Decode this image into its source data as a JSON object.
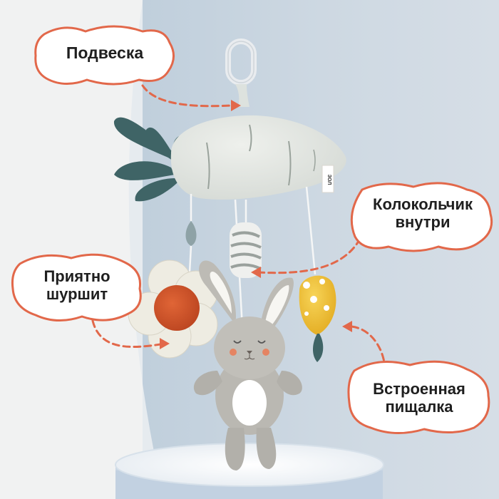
{
  "callouts": {
    "hanger": "Подвеска",
    "bell_line1": "Колокольчик",
    "bell_line2": "внутри",
    "rustle_line1": "Приятно",
    "rustle_line2": "шуршит",
    "squeaker_line1": "Встроенная",
    "squeaker_line2": "пищалка"
  },
  "tag": {
    "text": "ЗОЛ"
  },
  "colors": {
    "accent": "#e2684a",
    "background_light": "#f1f2f2",
    "background_blue": "#c6d3df",
    "carrot_body": "#dfe3de",
    "leaf": "#3f6466",
    "flower_center": "#d2552c",
    "strawberry": "#f0c23a",
    "bunny": "#b9b7b2"
  }
}
